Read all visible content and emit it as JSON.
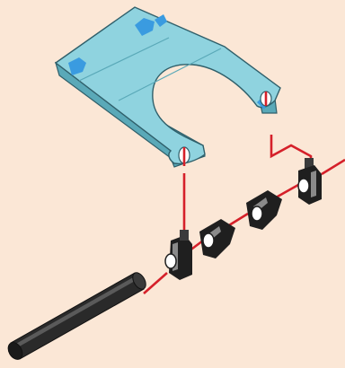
{
  "diagram": {
    "background": "#fbe7d6",
    "colors": {
      "plate_fill": "#8fd3df",
      "plate_edge": "#5aa9b8",
      "plate_outline": "#2f5f6a",
      "accent_blue": "#3a9be0",
      "guide_line": "#d5202a",
      "part_dark": "#1f1f1f",
      "part_mid": "#3b3b3b",
      "part_highlight": "#8a8a8a",
      "socket_white": "#ffffff"
    },
    "parts": [
      {
        "name": "blue-plate",
        "count": 1
      },
      {
        "name": "black-connector",
        "count": 2
      },
      {
        "name": "black-clip",
        "count": 2
      },
      {
        "name": "black-rod",
        "count": 1
      }
    ]
  }
}
